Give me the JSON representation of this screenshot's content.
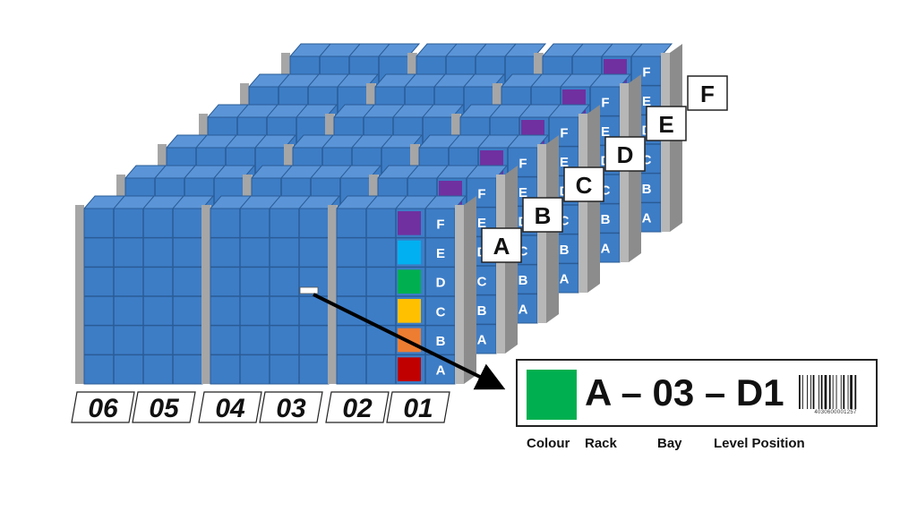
{
  "rows": [
    "A",
    "B",
    "C",
    "D",
    "E",
    "F"
  ],
  "bay_numbers": [
    "06",
    "05",
    "04",
    "03",
    "02",
    "01"
  ],
  "levels": [
    "A",
    "B",
    "C",
    "D",
    "E",
    "F"
  ],
  "level_colors": [
    "#c00000",
    "#ed7d31",
    "#ffc000",
    "#00b050",
    "#00b0f0",
    "#7030a0"
  ],
  "colors": {
    "rack_blue": "#3d7dc6",
    "cell_line": "#2a5c96",
    "frame_grey": "#a6a6a6",
    "arrow": "#000000"
  },
  "location_label": {
    "swatch_color": "#00b050",
    "code": "A – 03 – D1",
    "barcode_number": "4030600001257"
  },
  "legend": {
    "colour": "Colour",
    "rack": "Rack",
    "bay": "Bay",
    "level_position": "Level Position"
  }
}
